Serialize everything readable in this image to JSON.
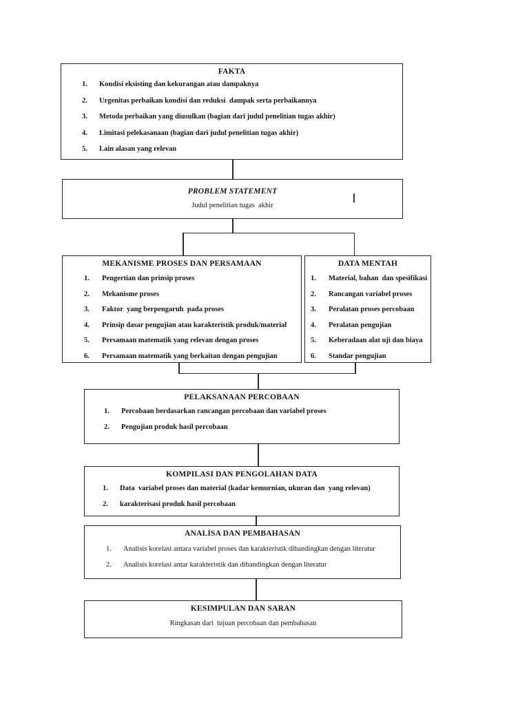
{
  "colors": {
    "background": "#ffffff",
    "line": "#2a2a2a",
    "text": "#161616"
  },
  "boxes": {
    "fakta": {
      "title": "FAKTA",
      "items": [
        {
          "n": "1.",
          "t": "Kondisi eksisting dan kekurangan atau dampaknya"
        },
        {
          "n": "2.",
          "t": "Urgenitas perbaikan kondisi dan reduksi  dampak serta perbaikannya"
        },
        {
          "n": "3.",
          "t": "Metoda perbaikan yang diusulkan (bagian dari judul penelitian tugas akhir)"
        },
        {
          "n": "4.",
          "t": "Limitasi pelekasanaan (bagian dari judul penelitian tugas akhir)"
        },
        {
          "n": "5.",
          "t": "Lain alasan yang relevan"
        }
      ]
    },
    "problem": {
      "title": "PROBLEM STATEMENT",
      "subtitle": "Judul penelitian tugas  akhir"
    },
    "mekanisme": {
      "title": "MEKANISME PROSES DAN PERSAMAAN",
      "items": [
        {
          "n": "1.",
          "t": "Pengertian dan prinsip proses"
        },
        {
          "n": "2.",
          "t": "Mekanisme proses"
        },
        {
          "n": "3.",
          "t": "Faktor  yang berpengaruh  pada proses"
        },
        {
          "n": "4.",
          "t": "Prinsip dasar pengujian atau karakteristik produk/material"
        },
        {
          "n": "5.",
          "t": "Persamaan matematik yang relevan dengan proses"
        },
        {
          "n": "6.",
          "t": "Persamaan matematik yang berkaitan dengan pengujian"
        }
      ]
    },
    "data_mentah": {
      "title": "DATA MENTAH",
      "items": [
        {
          "n": "1.",
          "t": "Material, bahan  dan spesifikasi"
        },
        {
          "n": "2.",
          "t": "Rancangan variabel proses"
        },
        {
          "n": "3.",
          "t": "Peralatan proses percobaan"
        },
        {
          "n": "4.",
          "t": "Peralatan pengujian"
        },
        {
          "n": "5.",
          "t": "Keberadaan alat uji dan biaya"
        },
        {
          "n": "6.",
          "t": "Standar pengujian"
        }
      ]
    },
    "pelaksanaan": {
      "title": "PELAKSANAAN PERCOBAAN",
      "items": [
        {
          "n": "1.",
          "t": "Percobaan berdasarkan rancangan percobaan dan variabel proses"
        },
        {
          "n": "2.",
          "t": "Pengujian produk hasil percobaan"
        }
      ]
    },
    "kompilasi": {
      "title": "KOMPILASI DAN PENGOLAHAN DATA",
      "items": [
        {
          "n": "1.",
          "t": "Data  variabel proses dan material (kadar kemurnian, ukuran dan  yang relevan)"
        },
        {
          "n": "2.",
          "t": "karakterisasi produk hasil percobaan"
        }
      ]
    },
    "analisa": {
      "title": "ANALISA DAN PEMBAHASAN",
      "items": [
        {
          "n": "1.",
          "t": "Analisis korelasi antara variabel proses dan karakteristik dibandingkan dengan literatur"
        },
        {
          "n": "2.",
          "t": "Analisis korelasi antar karakteristik dan dibandingkan dengan literatur"
        }
      ]
    },
    "kesimpulan": {
      "title": "KESIMPULAN DAN SARAN",
      "subtitle": "Ringkasan dari  tujuan percobaan dan pembahasan"
    }
  }
}
